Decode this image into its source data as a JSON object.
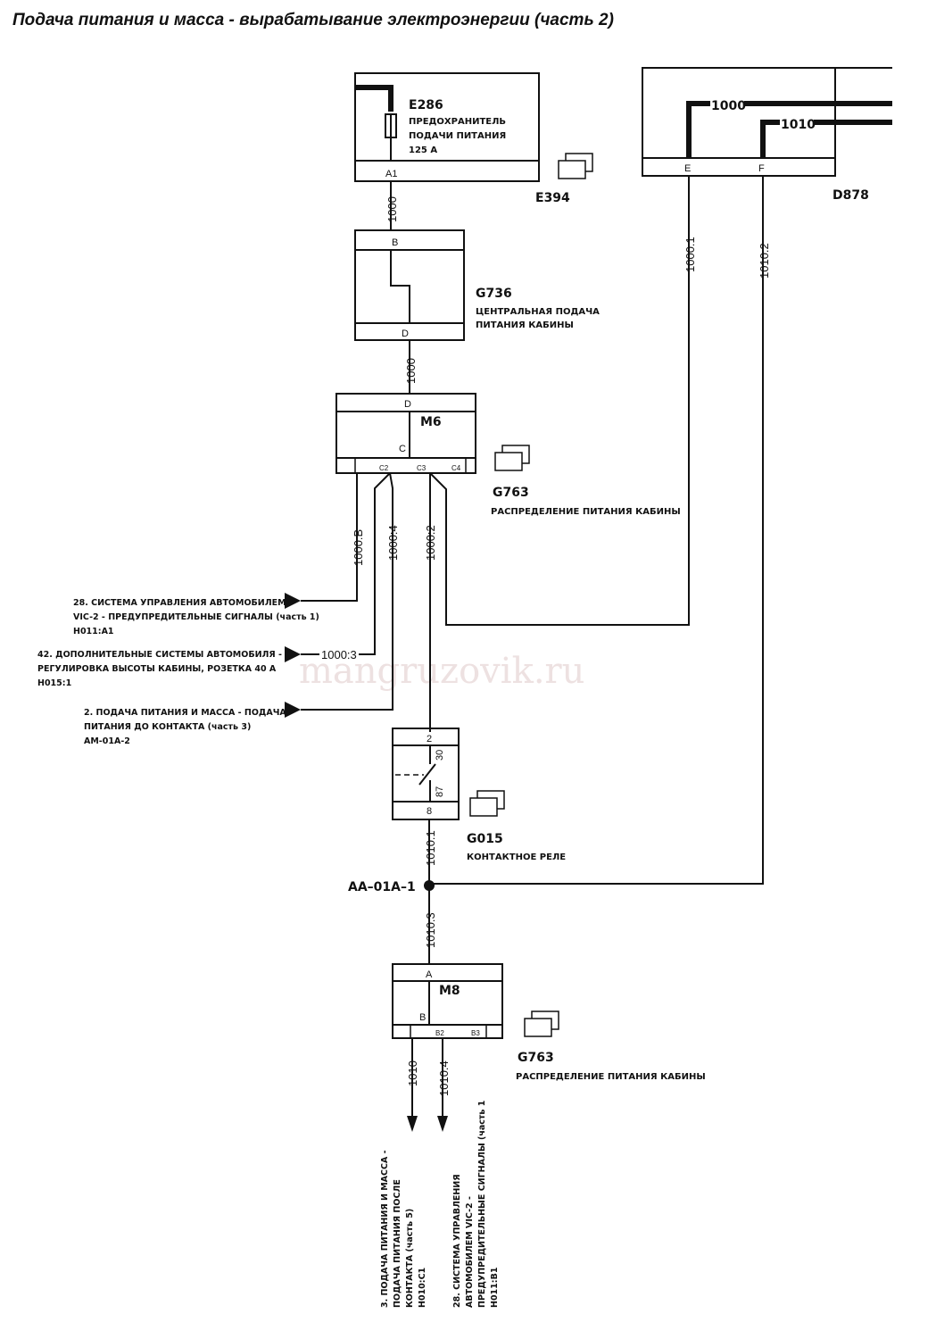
{
  "title": "Подача питания и масса - вырабатывание электроэнергии (часть 2)",
  "watermark": "mangruzovik.ru",
  "components": {
    "e286": {
      "id": "E286",
      "desc1": "ПРЕДОХРАНИТЕЛЬ",
      "desc2": "ПОДАЧИ ПИТАНИЯ",
      "desc3": "125 А",
      "pin_a1": "A1",
      "ref": "E394"
    },
    "d878": {
      "id": "D878",
      "pin_e": "E",
      "pin_f": "F",
      "wire_1000": "1000",
      "wire_1010": "1010"
    },
    "g736": {
      "id": "G736",
      "desc1": "ЦЕНТРАЛЬНАЯ ПОДАЧА",
      "desc2": "ПИТАНИЯ КАБИНЫ",
      "pin_b": "B",
      "pin_d": "D"
    },
    "m6": {
      "id": "M6",
      "pin_d": "D",
      "pin_c": "C",
      "pin_c2": "C2",
      "pin_c3": "C3",
      "pin_c4": "C4",
      "ref": "G763",
      "desc": "РАСПРЕДЕЛЕНИЕ ПИТАНИЯ КАБИНЫ"
    },
    "relay": {
      "pin_2": "2",
      "pin_30": "30",
      "pin_87": "87",
      "pin_8": "8",
      "ref": "G015",
      "desc": "КОНТАКТНОЕ РЕЛЕ"
    },
    "m8": {
      "id": "M8",
      "pin_a": "A",
      "pin_b": "B",
      "pin_b2": "B2",
      "pin_b3": "B3",
      "ref": "G763",
      "desc": "РАСПРЕДЕЛЕНИЕ ПИТАНИЯ КАБИНЫ"
    }
  },
  "wires": {
    "w_e286_g736": "1000",
    "w_g736_m6": "1000",
    "w_d878_e": "1000:1",
    "w_d878_f": "1010:2",
    "w_c2_b": "1000:B",
    "w_c2_4": "1000:4",
    "w_c3_2": "1000:2",
    "w_1000_3": "1000:3",
    "w_relay_out": "1010:1",
    "w_splice_m8": "1010:3",
    "w_b2": "1010",
    "w_b3": "1010:4"
  },
  "splice": "AA–01A–1",
  "notes": {
    "n28": [
      "28. СИСТЕМА УПРАВЛЕНИЯ АВТОМОБИЛЕМ",
      "VIC-2 - ПРЕДУПРЕДИТЕЛЬНЫЕ СИГНАЛЫ (часть 1)",
      "H011:A1"
    ],
    "n42": [
      "42. ДОПОЛНИТЕЛЬНЫЕ СИСТЕМЫ АВТОМОБИЛЯ -",
      "РЕГУЛИРОВКА ВЫСОТЫ КАБИНЫ, РОЗЕТКА 40 А",
      "H015:1"
    ],
    "n2": [
      "2. ПОДАЧА ПИТАНИЯ И МАССА - ПОДАЧА",
      "ПИТАНИЯ ДО КОНТАКТА  (часть 3)",
      "AM-01A-2"
    ],
    "n3": [
      "3. ПОДАЧА ПИТАНИЯ И МАССА -",
      "ПОДАЧА ПИТАНИЯ ПОСЛЕ",
      "КОНТАКТА (часть 5)",
      "H010:C1"
    ],
    "n28b": [
      "28. СИСТЕМА УПРАВЛЕНИЯ",
      "АВТОМОБИЛЕМ VIC-2 -",
      "ПРЕДУПРЕДИТЕЛЬНЫЕ СИГНАЛЫ (часть 1",
      "H011:B1"
    ]
  }
}
